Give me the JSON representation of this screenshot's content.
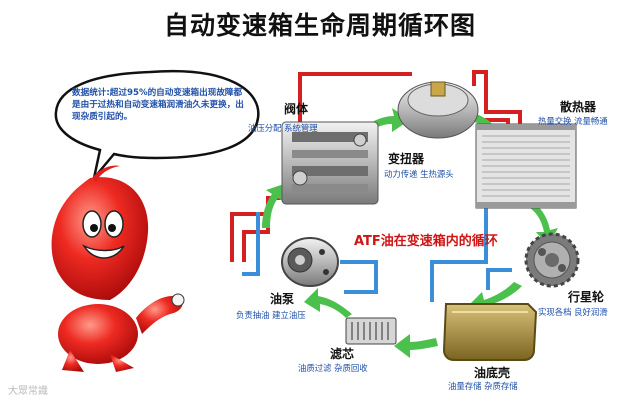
{
  "title": "自动变速箱生命周期循环图",
  "bubble_text": "数据统计:超过95%的自动变速箱出现故障都是由于过热和自动变速箱润滑油久未更换，出现杂质引起的。",
  "components": {
    "valve_body": {
      "name": "阀体",
      "desc": "油压分配 系统管理"
    },
    "torque_converter": {
      "name": "变扭器",
      "desc": "动力传递 生热源头"
    },
    "radiator": {
      "name": "散热器",
      "desc": "热量交换 流量畅通"
    },
    "planetary_gear": {
      "name": "行星轮",
      "desc": "实现各档 良好润滑"
    },
    "oil_pan": {
      "name": "油底壳",
      "desc": "油量存储 杂质存储"
    },
    "filter": {
      "name": "滤芯",
      "desc": "油质过滤 杂质回收"
    },
    "oil_pump": {
      "name": "油泵",
      "desc": "负责抽油 建立油压"
    }
  },
  "center_label": "ATF油在变速箱内的循环",
  "watermark": "大眾常識",
  "colors": {
    "hot_line": "#d42020",
    "cool_line": "#3b8ed8",
    "arrow": "#4cc04c",
    "mascot": "#e0201e"
  }
}
